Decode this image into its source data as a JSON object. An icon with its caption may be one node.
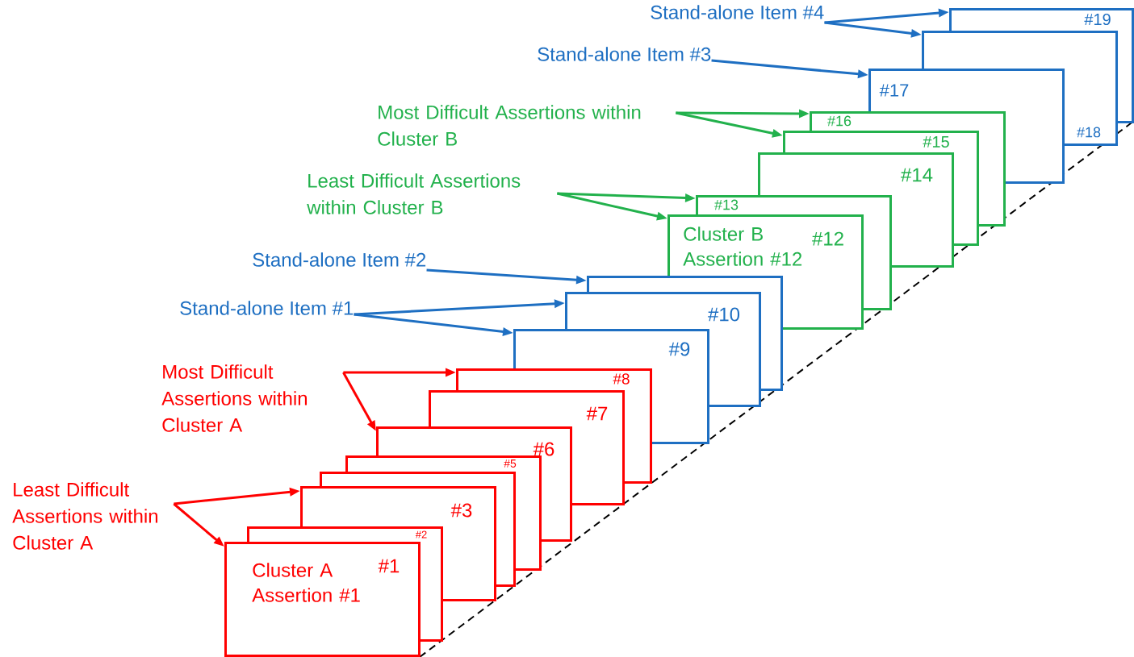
{
  "diagram": {
    "nodes": [
      {
        "text": [
          "Cluster A Assertion #1",
          "#1"
        ]
      },
      {
        "text": [
          "#2"
        ]
      },
      {
        "text": [
          "#3"
        ]
      },
      {
        "text": [],
        "shape": "box"
      },
      {
        "text": [
          "#5"
        ]
      },
      {
        "text": [
          "#6"
        ]
      },
      {
        "text": [
          "#7"
        ]
      },
      {
        "text": [
          "#8"
        ]
      },
      {
        "text": [
          "#9"
        ]
      },
      {
        "text": [
          "#10"
        ]
      },
      {
        "text": [],
        "shape": "box"
      },
      {
        "text": [
          "Cluster B Assertion #12",
          "#12"
        ]
      },
      {
        "text": [
          "#13"
        ]
      },
      {
        "text": [
          "#14"
        ]
      },
      {
        "text": [
          "#15"
        ]
      },
      {
        "text": [
          "#16"
        ]
      },
      {
        "text": [
          "#17"
        ]
      },
      {
        "text": [
          "#18"
        ]
      },
      {
        "text": [
          "#19"
        ]
      },
      {
        "text": [
          "Least Difficult Assertions within Cluster A"
        ]
      },
      {
        "text": [
          "Most Difficult Assertions within Cluster A"
        ]
      },
      {
        "text": [
          "Stand-alone Item #1"
        ]
      },
      {
        "text": [
          "Stand-alone Item #2"
        ]
      },
      {
        "text": [
          "Least Difficult Assertions within Cluster B"
        ]
      },
      {
        "text": [
          "Most Difficult Assertions within Cluster B"
        ]
      },
      {
        "text": [
          "Stand-alone Item #3"
        ]
      },
      {
        "text": [
          "Stand-alone Item #4"
        ]
      }
    ],
    "edges": [
      {
        "from": 19,
        "to": 0,
        "arrow": "to",
        "color": "#ff0000"
      },
      {
        "from": 19,
        "to": 2,
        "arrow": "to",
        "color": "#ff0000"
      },
      {
        "from": 20,
        "to": 7,
        "arrow": "to",
        "color": "#ff0000"
      },
      {
        "from": 20,
        "to": 5,
        "arrow": "to",
        "color": "#ff0000"
      },
      {
        "from": 21,
        "to": 9,
        "arrow": "to"
      },
      {
        "from": 21,
        "to": 8,
        "arrow": "to"
      },
      {
        "from": 22,
        "to": 10,
        "arrow": "to"
      },
      {
        "from": 23,
        "to": 12,
        "arrow": "to",
        "color": "#22b14c"
      },
      {
        "from": 23,
        "to": 11,
        "arrow": "to",
        "color": "#22b14c"
      },
      {
        "from": 24,
        "to": 15,
        "arrow": "to",
        "color": "#22b14c"
      },
      {
        "from": 24,
        "to": 14,
        "arrow": "to",
        "color": "#22b14c"
      },
      {
        "from": 25,
        "to": 16,
        "arrow": "to"
      },
      {
        "from": 26,
        "to": 18,
        "arrow": "to"
      },
      {
        "from": 26,
        "to": 17,
        "arrow": "to"
      }
    ]
  }
}
